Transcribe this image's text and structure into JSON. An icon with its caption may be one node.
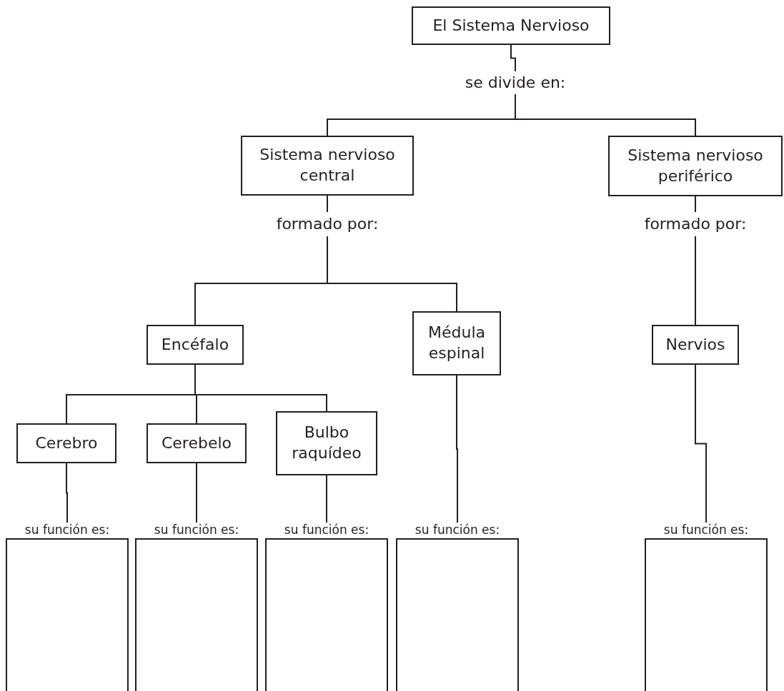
{
  "diagram": {
    "nodes": [
      {
        "text": [
          "El Sistema Nervioso"
        ]
      },
      {
        "text": [
          "se divide en:"
        ]
      },
      {
        "text": [
          "Sistema nervioso central"
        ]
      },
      {
        "text": [
          "Sistema nervioso periférico"
        ]
      },
      {
        "text": [
          "formado por:"
        ]
      },
      {
        "text": [
          "formado por:"
        ]
      },
      {
        "text": [
          "Encéfalo"
        ]
      },
      {
        "text": [
          "Médula espinal"
        ]
      },
      {
        "text": [
          "Nervios"
        ]
      },
      {
        "text": [
          "Cerebro"
        ]
      },
      {
        "text": [
          "Cerebelo"
        ]
      },
      {
        "text": [
          "Bulbo raquídeo"
        ]
      },
      {
        "text": [
          "su función es:"
        ]
      },
      {
        "text": [
          "su función es:"
        ]
      },
      {
        "text": [
          "su función es:"
        ]
      },
      {
        "text": [
          "su función es:"
        ]
      },
      {
        "text": [
          "su función es:"
        ]
      }
    ],
    "edges": [
      {
        "from": 0,
        "to": 1,
        "arrow": "none"
      },
      {
        "from": 1,
        "to": 2,
        "arrow": "none"
      },
      {
        "from": 1,
        "to": 3,
        "arrow": "none"
      },
      {
        "from": 2,
        "to": 4,
        "arrow": "none"
      },
      {
        "from": 3,
        "to": 5,
        "arrow": "none"
      },
      {
        "from": 4,
        "to": 6,
        "arrow": "none"
      },
      {
        "from": 4,
        "to": 7,
        "arrow": "none"
      },
      {
        "from": 5,
        "to": 8,
        "arrow": "none"
      },
      {
        "from": 6,
        "to": 9,
        "arrow": "none"
      },
      {
        "from": 6,
        "to": 10,
        "arrow": "none"
      },
      {
        "from": 6,
        "to": 11,
        "arrow": "none"
      },
      {
        "from": 9,
        "to": 12,
        "arrow": "none"
      },
      {
        "from": 10,
        "to": 13,
        "arrow": "none"
      },
      {
        "from": 11,
        "to": 14,
        "arrow": "none"
      },
      {
        "from": 7,
        "to": 15,
        "arrow": "none"
      },
      {
        "from": 8,
        "to": 16,
        "arrow": "none"
      }
    ]
  }
}
